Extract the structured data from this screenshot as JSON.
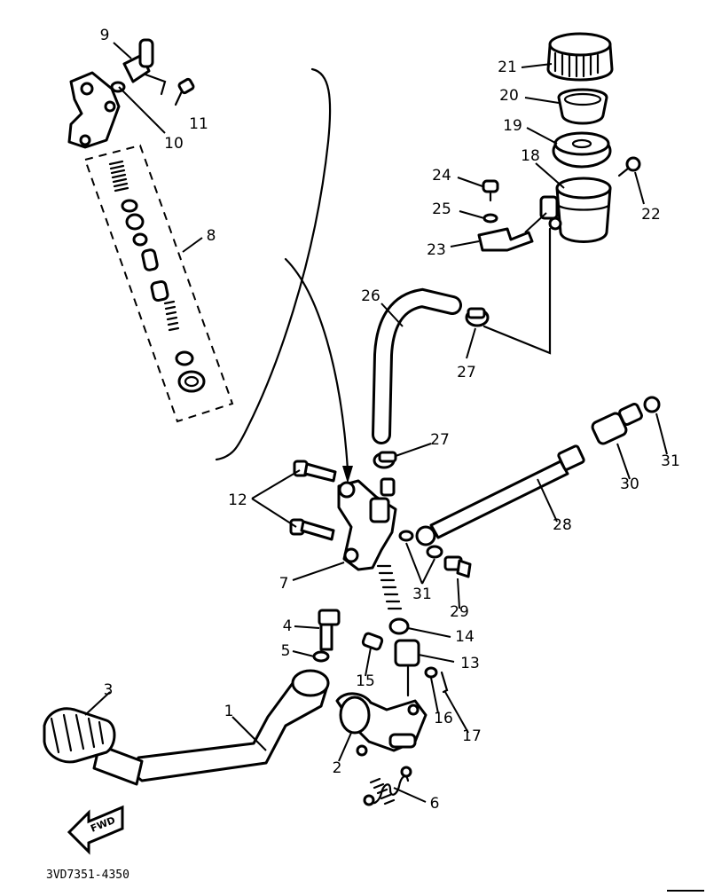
{
  "diagram": {
    "drawing_code": "3VD7351-4350",
    "fwd_label": "FWD",
    "callouts": [
      "1",
      "2",
      "3",
      "4",
      "5",
      "6",
      "7",
      "8",
      "9",
      "10",
      "11",
      "12",
      "13",
      "14",
      "15",
      "16",
      "17",
      "18",
      "19",
      "20",
      "21",
      "22",
      "23",
      "24",
      "25",
      "26",
      "27",
      "27",
      "28",
      "29",
      "30",
      "31",
      "31"
    ]
  }
}
